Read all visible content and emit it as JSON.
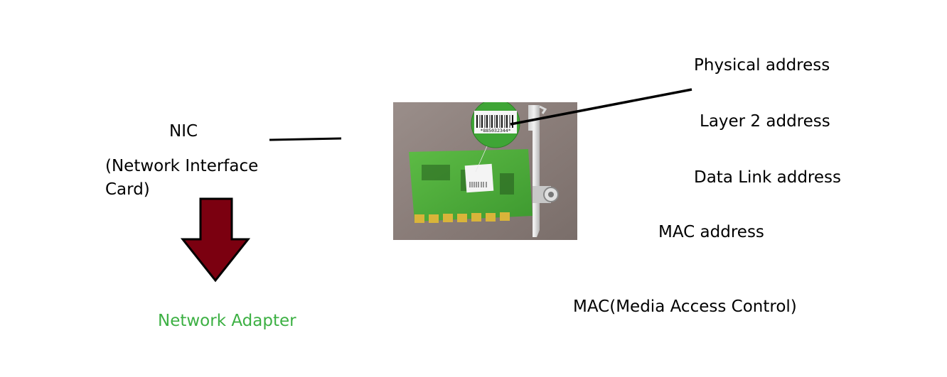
{
  "labels": {
    "nic": "NIC",
    "nic_full": "(Network Interface Card)",
    "adapter": "Network Adapter",
    "physical": "Physical address",
    "layer2": "Layer 2 address",
    "datalink": "Data Link address",
    "mac": "MAC address",
    "mac_full": "MAC(Media Access Control)"
  },
  "photo": {
    "barcode_text": "*885032344*"
  },
  "colors": {
    "arrow_fill": "#7b0010",
    "adapter_text": "#3cb043",
    "pcb_green": "#4caf3a",
    "photo_bg": "#8c7f7b"
  },
  "icons": {
    "down_arrow": "down-arrow-icon"
  }
}
